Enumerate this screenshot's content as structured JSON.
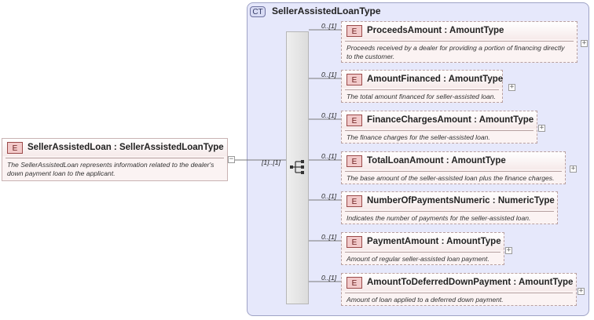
{
  "root": {
    "badge": "E",
    "name": "SellerAssistedLoan",
    "type": "SellerAssistedLoanType",
    "doc": "The SellerAssistedLoan represents information related to the dealer's down payment loan to the applicant."
  },
  "complex_type": {
    "badge": "CT",
    "name": "SellerAssistedLoanType"
  },
  "sequence_cardinality": "[1]..[1]",
  "expand_symbol": "+",
  "collapse_symbol": "−",
  "children": [
    {
      "badge": "E",
      "cardinality": "0..[1]",
      "name": "ProceedsAmount",
      "type": "AmountType",
      "doc": "Proceeds received by a dealer for providing a portion of financing directly to the customer."
    },
    {
      "badge": "E",
      "cardinality": "0..[1]",
      "name": "AmountFinanced",
      "type": "AmountType",
      "doc": "The total amount financed for seller-assisted loan."
    },
    {
      "badge": "E",
      "cardinality": "0..[1]",
      "name": "FinanceChargesAmount",
      "type": "AmountType",
      "doc": "The finance charges for the seller-assisted loan."
    },
    {
      "badge": "E",
      "cardinality": "0..[1]",
      "name": "TotalLoanAmount",
      "type": "AmountType",
      "doc": "The base amount of the seller-assisted loan plus the finance charges."
    },
    {
      "badge": "E",
      "cardinality": "0..[1]",
      "name": "NumberOfPaymentsNumeric",
      "type": "NumericType",
      "doc": "Indicates the number of payments for the seller-assisted loan."
    },
    {
      "badge": "E",
      "cardinality": "0..[1]",
      "name": "PaymentAmount",
      "type": "AmountType",
      "doc": "Amount of regular seller-assisted loan payment."
    },
    {
      "badge": "E",
      "cardinality": "0..[1]",
      "name": "AmountToDeferredDownPayment",
      "type": "AmountType",
      "doc": "Amount of loan applied to a deferred down payment."
    }
  ]
}
